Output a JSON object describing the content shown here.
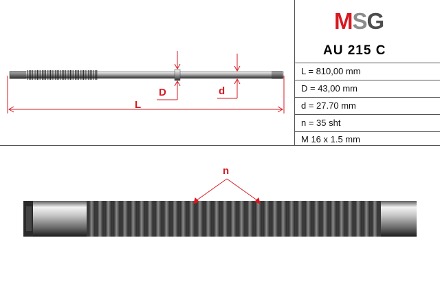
{
  "brand": {
    "logo_text": "MSG",
    "colors": {
      "m": "#d71920",
      "s": "#8c8c8c",
      "g": "#4d4d4d"
    }
  },
  "part_number": "AU 215 C",
  "specs": [
    "L = 810,00 mm",
    "D = 43,00 mm",
    "d = 27.70 mm",
    "n = 35 sht",
    "M 16 x 1.5 mm"
  ],
  "diagram": {
    "label_L": "L",
    "label_D": "D",
    "label_d": "d",
    "label_n": "n",
    "dimension_color": "#d71920",
    "tooth_count_detail": 35
  }
}
